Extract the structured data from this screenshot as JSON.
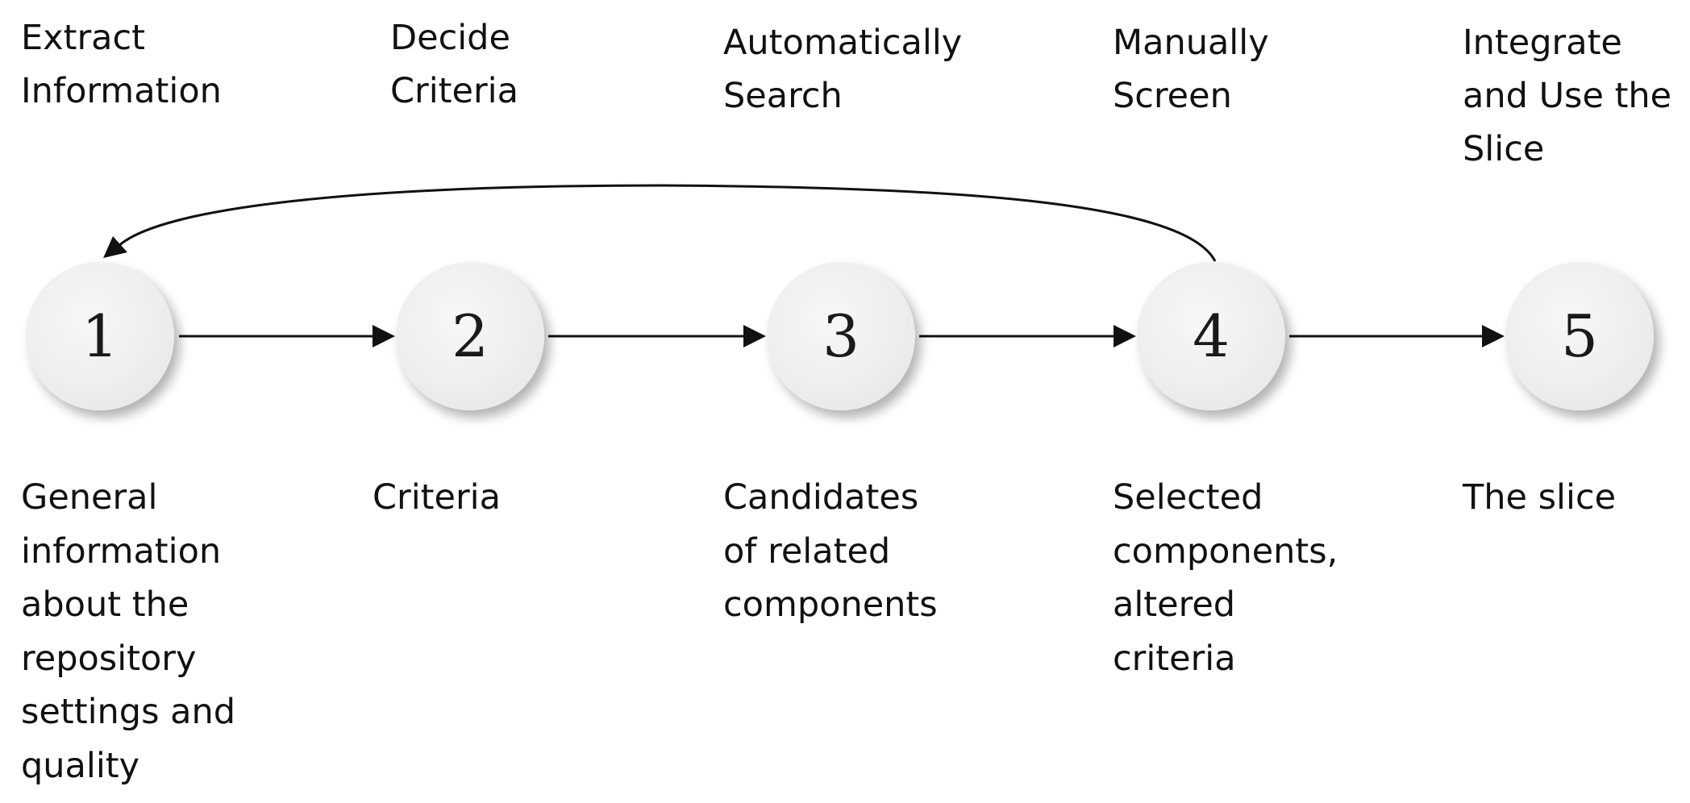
{
  "steps": [
    {
      "number": "1",
      "label": "Extract\nInformation",
      "output": "General\ninformation\nabout the\nrepository\nsettings and\nquality"
    },
    {
      "number": "2",
      "label": "Decide\nCriteria",
      "output": "Criteria"
    },
    {
      "number": "3",
      "label": "Automatically\nSearch",
      "output": "Candidates\nof related\ncomponents"
    },
    {
      "number": "4",
      "label": "Manually\nScreen",
      "output": "Selected\ncomponents,\naltered\ncriteria"
    },
    {
      "number": "5",
      "label": "Integrate\nand Use the\nSlice",
      "output": "The slice"
    }
  ]
}
